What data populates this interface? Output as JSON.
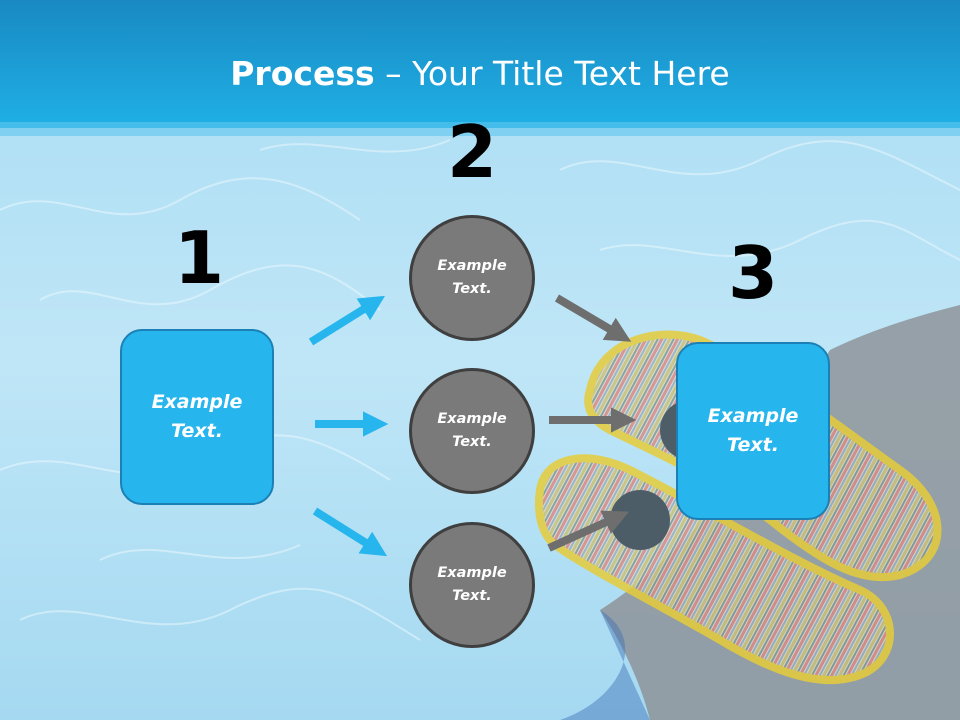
{
  "slide": {
    "title_bold": "Process",
    "title_rest": " – Your Title Text Here"
  },
  "steps": {
    "one": {
      "number": "1",
      "box": {
        "line1": "Example",
        "line2": "Text."
      }
    },
    "two": {
      "number": "2",
      "circles": [
        {
          "line1": "Example",
          "line2": "Text."
        },
        {
          "line1": "Example",
          "line2": "Text."
        },
        {
          "line1": "Example",
          "line2": "Text."
        }
      ]
    },
    "three": {
      "number": "3",
      "box": {
        "line1": "Example",
        "line2": "Text."
      }
    }
  },
  "colors": {
    "header_blue": "#1d9fd8",
    "water_light": "#bfe4f5",
    "box_fill": "#27b5ee",
    "circle_fill": "#7a7a7a",
    "arrow_blue": "#27b5ee",
    "arrow_gray": "#6e6e6e"
  },
  "icons": [
    "arrow-right-icon"
  ]
}
